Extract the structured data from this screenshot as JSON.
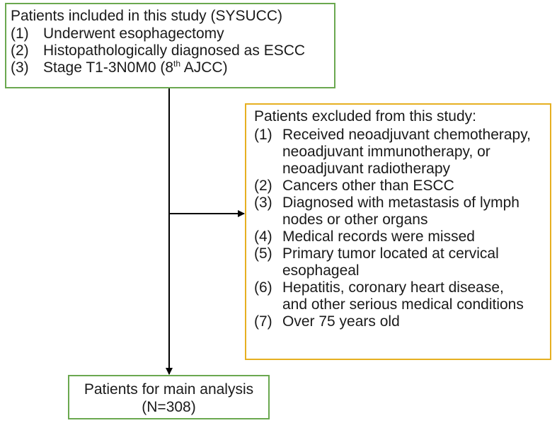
{
  "included": {
    "title": "Patients included in this study (SYSUCC)",
    "items": [
      {
        "num": "(1)",
        "text": "Underwent esophagectomy"
      },
      {
        "num": "(2)",
        "text": "Histopathologically diagnosed as ESCC"
      },
      {
        "num": "(3)",
        "text_before": "Stage T1-3N0M0 (8",
        "sup": "th",
        "text_after": " AJCC)"
      }
    ]
  },
  "excluded": {
    "title": "Patients excluded from this study:",
    "items": [
      {
        "num": "(1)",
        "text": "Received neoadjuvant chemotherapy,\nneoadjuvant immunotherapy, or\nneoadjuvant radiotherapy"
      },
      {
        "num": "(2)",
        "text": "Cancers other than ESCC"
      },
      {
        "num": "(3)",
        "text": "Diagnosed with metastasis of lymph\nnodes or other organs"
      },
      {
        "num": "(4)",
        "text": "Medical records were missed"
      },
      {
        "num": "(5)",
        "text": "Primary tumor located at cervical\nesophageal"
      },
      {
        "num": "(6)",
        "text": "Hepatitis, coronary heart disease,\nand other serious medical conditions"
      },
      {
        "num": "(7)",
        "text": "Over 75 years old"
      }
    ]
  },
  "main": {
    "line1": "Patients for main analysis",
    "line2": "(N=308)"
  },
  "colors": {
    "included_border": "#6aa84f",
    "excluded_border": "#e6b021",
    "main_border": "#6aa84f",
    "arrow": "#000000"
  }
}
